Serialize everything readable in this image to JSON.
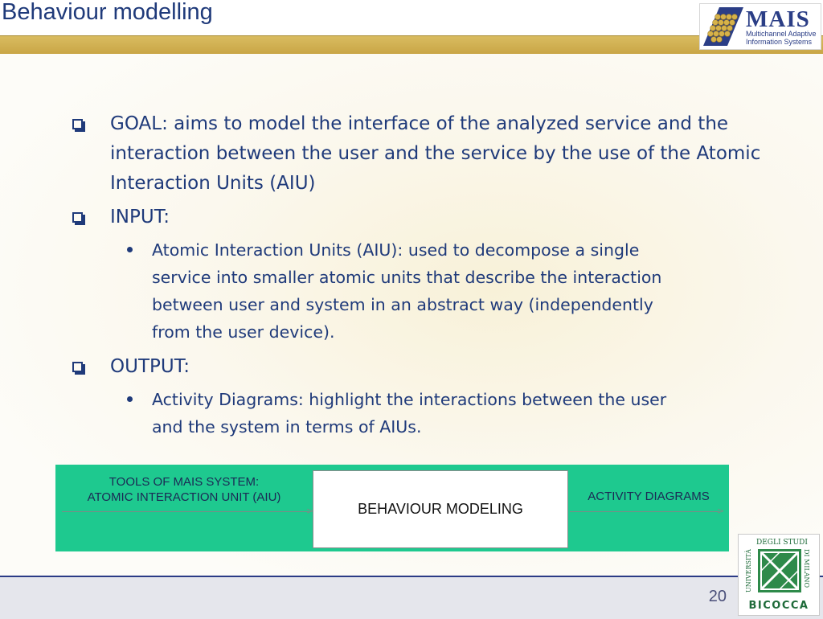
{
  "slide": {
    "title": "Behaviour modelling",
    "page_number": "20"
  },
  "logo": {
    "name": "MAIS",
    "subtitle_line1": "Multichannel Adaptive",
    "subtitle_line2": "Information Systems",
    "icon": "honeycomb-logo-icon"
  },
  "bullets": {
    "goal": "GOAL: aims to model the interface of the analyzed service and the interaction between the user and the service by the use of the Atomic Interaction Units (AIU)",
    "input": "INPUT:",
    "input_item": "Atomic Interaction Units (AIU): used to decompose a single service into smaller atomic units that describe the interaction between user and system in an abstract way (independently from the user device).",
    "output": "OUTPUT:",
    "output_item": "Activity Diagrams: highlight the interactions between the user and the system in terms of AIUs."
  },
  "diagram": {
    "left_line1": "TOOLS OF MAIS SYSTEM:",
    "left_line2": "ATOMIC INTERACTION UNIT (AIU)",
    "center": "BEHAVIOUR MODELING",
    "right": "ACTIVITY DIAGRAMS",
    "background_color": "#1ec98f"
  },
  "seal": {
    "text_top": "DEGLI STUDI",
    "text_right": "DI MILANO",
    "text_left": "UNIVERSITÀ",
    "text_bottom": "BICOCCA"
  },
  "colors": {
    "title": "#1f3a7a",
    "gold_band": "#d2b353",
    "footer_rule": "#2b3b86"
  }
}
